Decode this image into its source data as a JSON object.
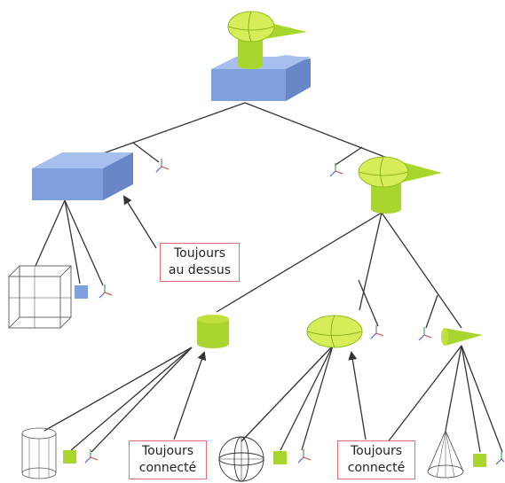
{
  "colors": {
    "box": "#7f9fdd",
    "box_top": "#a6bfee",
    "box_side": "#6886c8",
    "shape": "#a9d52f",
    "shape_light": "#d6ec58",
    "shape_dark": "#8fbf1f",
    "edge": "#333333",
    "callout_border": "#e07070",
    "axis_x": "#e04040",
    "axis_y": "#50a050",
    "axis_z": "#5060d0"
  },
  "callouts": {
    "top": {
      "line1": "Toujours",
      "line2": "au dessus"
    },
    "left": {
      "line1": "Toujours",
      "line2": "connecté"
    },
    "right": {
      "line1": "Toujours",
      "line2": "connecté"
    }
  },
  "node_icons": {
    "root": "lamp-on-box-icon",
    "box": "blue-box-icon",
    "lamp": "lamp-icon",
    "cylinder": "cylinder-icon",
    "ellipsoid": "ellipsoid-icon",
    "cone": "cone-icon",
    "frame": "axis-frame-icon",
    "wire_box": "wireframe-box-icon",
    "wire_cylinder": "wireframe-cylinder-icon",
    "wire_sphere": "wireframe-sphere-icon",
    "wire_cone": "wireframe-cone-icon",
    "material_blue": "blue-square-icon",
    "material_green": "green-square-icon"
  }
}
